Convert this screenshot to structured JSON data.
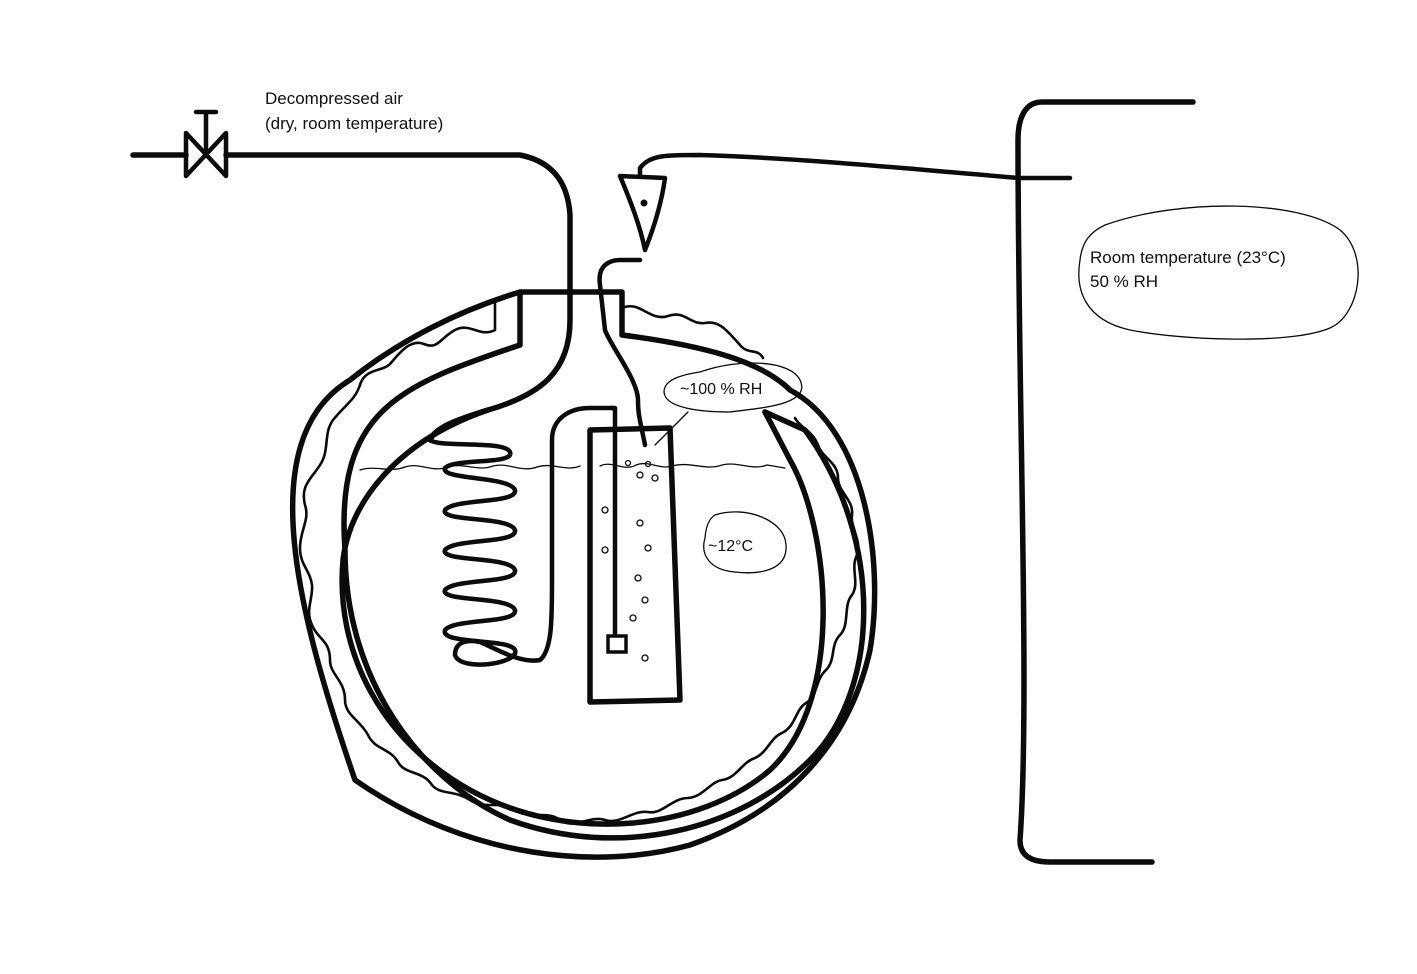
{
  "labels": {
    "inlet_line1": "Decompressed air",
    "inlet_line2": "(dry, room temperature)",
    "room_line1": "Room temperature (23°C)",
    "room_line2": "50 % RH",
    "humidity": "~100 % RH",
    "bath_temperature": "~12°C"
  },
  "colors": {
    "ink": "#0b0b0b",
    "background": "#ffffff"
  },
  "icons": {
    "valve": "valve-icon",
    "flow_meter": "flow-meter-icon",
    "sensor": "sensor-icon"
  }
}
